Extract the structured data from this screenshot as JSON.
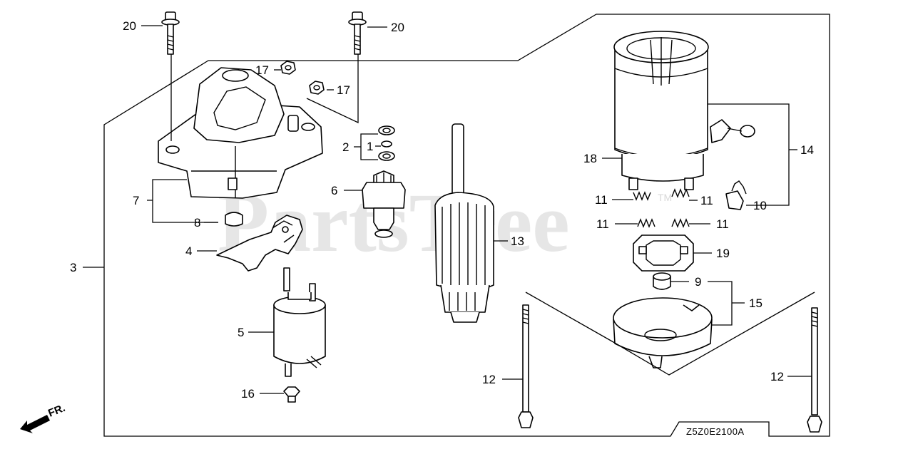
{
  "watermark": "PartsTree",
  "trademark": "TM",
  "diagram_code": "Z5Z0E2100A",
  "direction_label": "FR.",
  "callouts": {
    "c20a": "20",
    "c20b": "20",
    "c17a": "17",
    "c17b": "17",
    "c2": "2",
    "c1": "1",
    "c7": "7",
    "c8": "8",
    "c6": "6",
    "c4": "4",
    "c3": "3",
    "c5": "5",
    "c16": "16",
    "c13": "13",
    "c14": "14",
    "c18": "18",
    "c11a": "11",
    "c11b": "11",
    "c11c": "11",
    "c11d": "11",
    "c10": "10",
    "c19": "19",
    "c9": "9",
    "c15": "15",
    "c12a": "12",
    "c12b": "12"
  }
}
